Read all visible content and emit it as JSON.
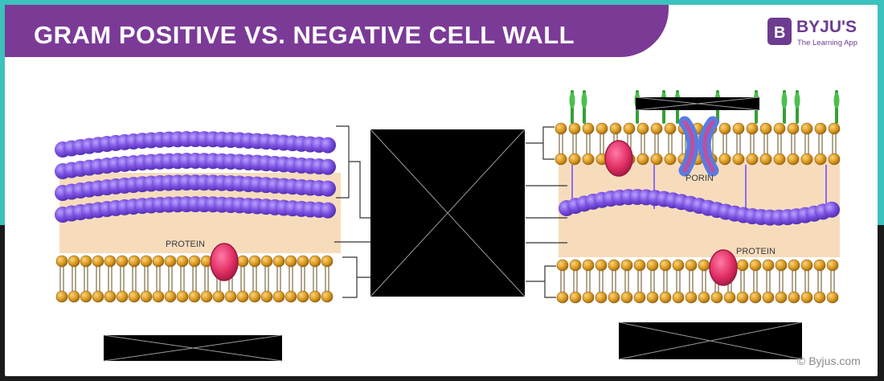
{
  "header": {
    "title": "GRAM POSITIVE VS. NEGATIVE CELL WALL"
  },
  "brand": {
    "name": "BYJU'S",
    "tagline": "The Learning App",
    "badge_glyph": "B",
    "color": "#6c3c91"
  },
  "gram_positive": {
    "protein_label": "PROTEIN",
    "peptidoglycan_layer_count": 4
  },
  "gram_negative": {
    "porin_label": "PORIN",
    "protein_label": "PROTEIN"
  },
  "footer": {
    "copyright": "© Byjus.com"
  },
  "colors": {
    "title_band": "#7b3a96",
    "outer_frame": "#3cc2bd",
    "peptidoglycan": "#7a4fe0",
    "periplasm": "#f7dcbc",
    "lipid_head": "#d99a1f",
    "protein": "#e23067",
    "porin_blue": "#5a7be0",
    "lps_green": "#35a035",
    "redaction": "#000000"
  }
}
